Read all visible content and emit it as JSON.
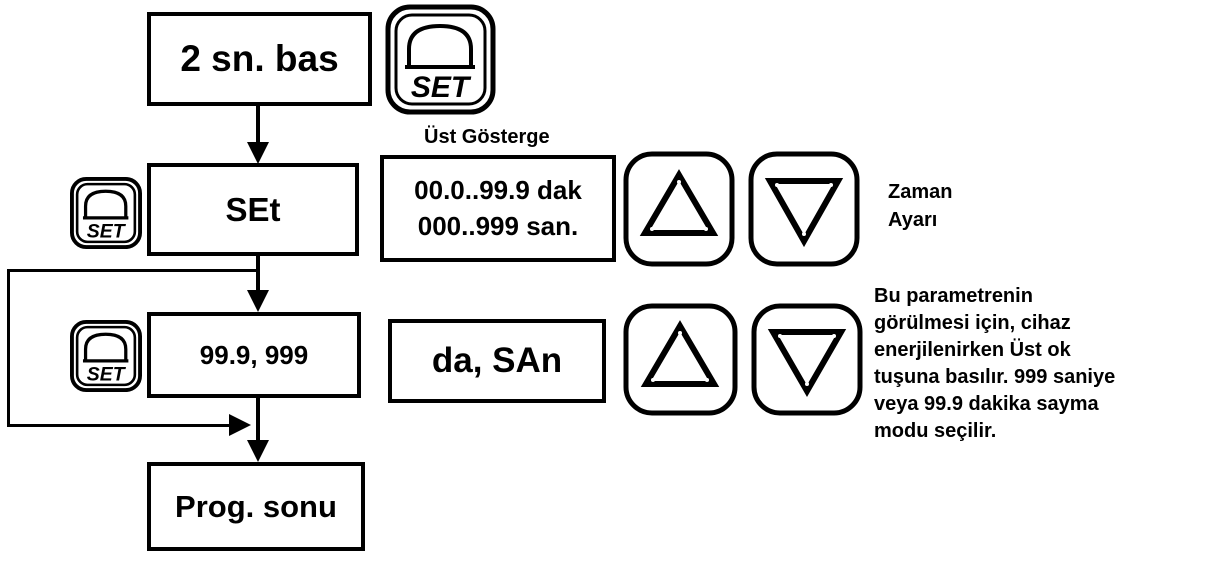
{
  "flow": {
    "step1": "2 sn. bas",
    "step2": "SEt",
    "step3": "99.9, 999",
    "step4": "Prog. sonu"
  },
  "key": {
    "set_label": "SET"
  },
  "upper_display": {
    "title": "Üst Gösterge",
    "line1": "00.0..99.9 dak",
    "line2": "000..999 san."
  },
  "mode_display": {
    "value": "da, SAn"
  },
  "notes": {
    "time_setting": "Zaman\nAyarı",
    "mode_note": "Bu parametrenin\ngörülmesi için, cihaz\nenerjilenirken Üst ok\ntuşuna basılır. 999 saniye\nveya 99.9 dakika sayma\nmodu seçilir."
  },
  "icons": {
    "set": "set-key-icon",
    "up": "up-triangle-icon",
    "down": "down-triangle-icon"
  }
}
